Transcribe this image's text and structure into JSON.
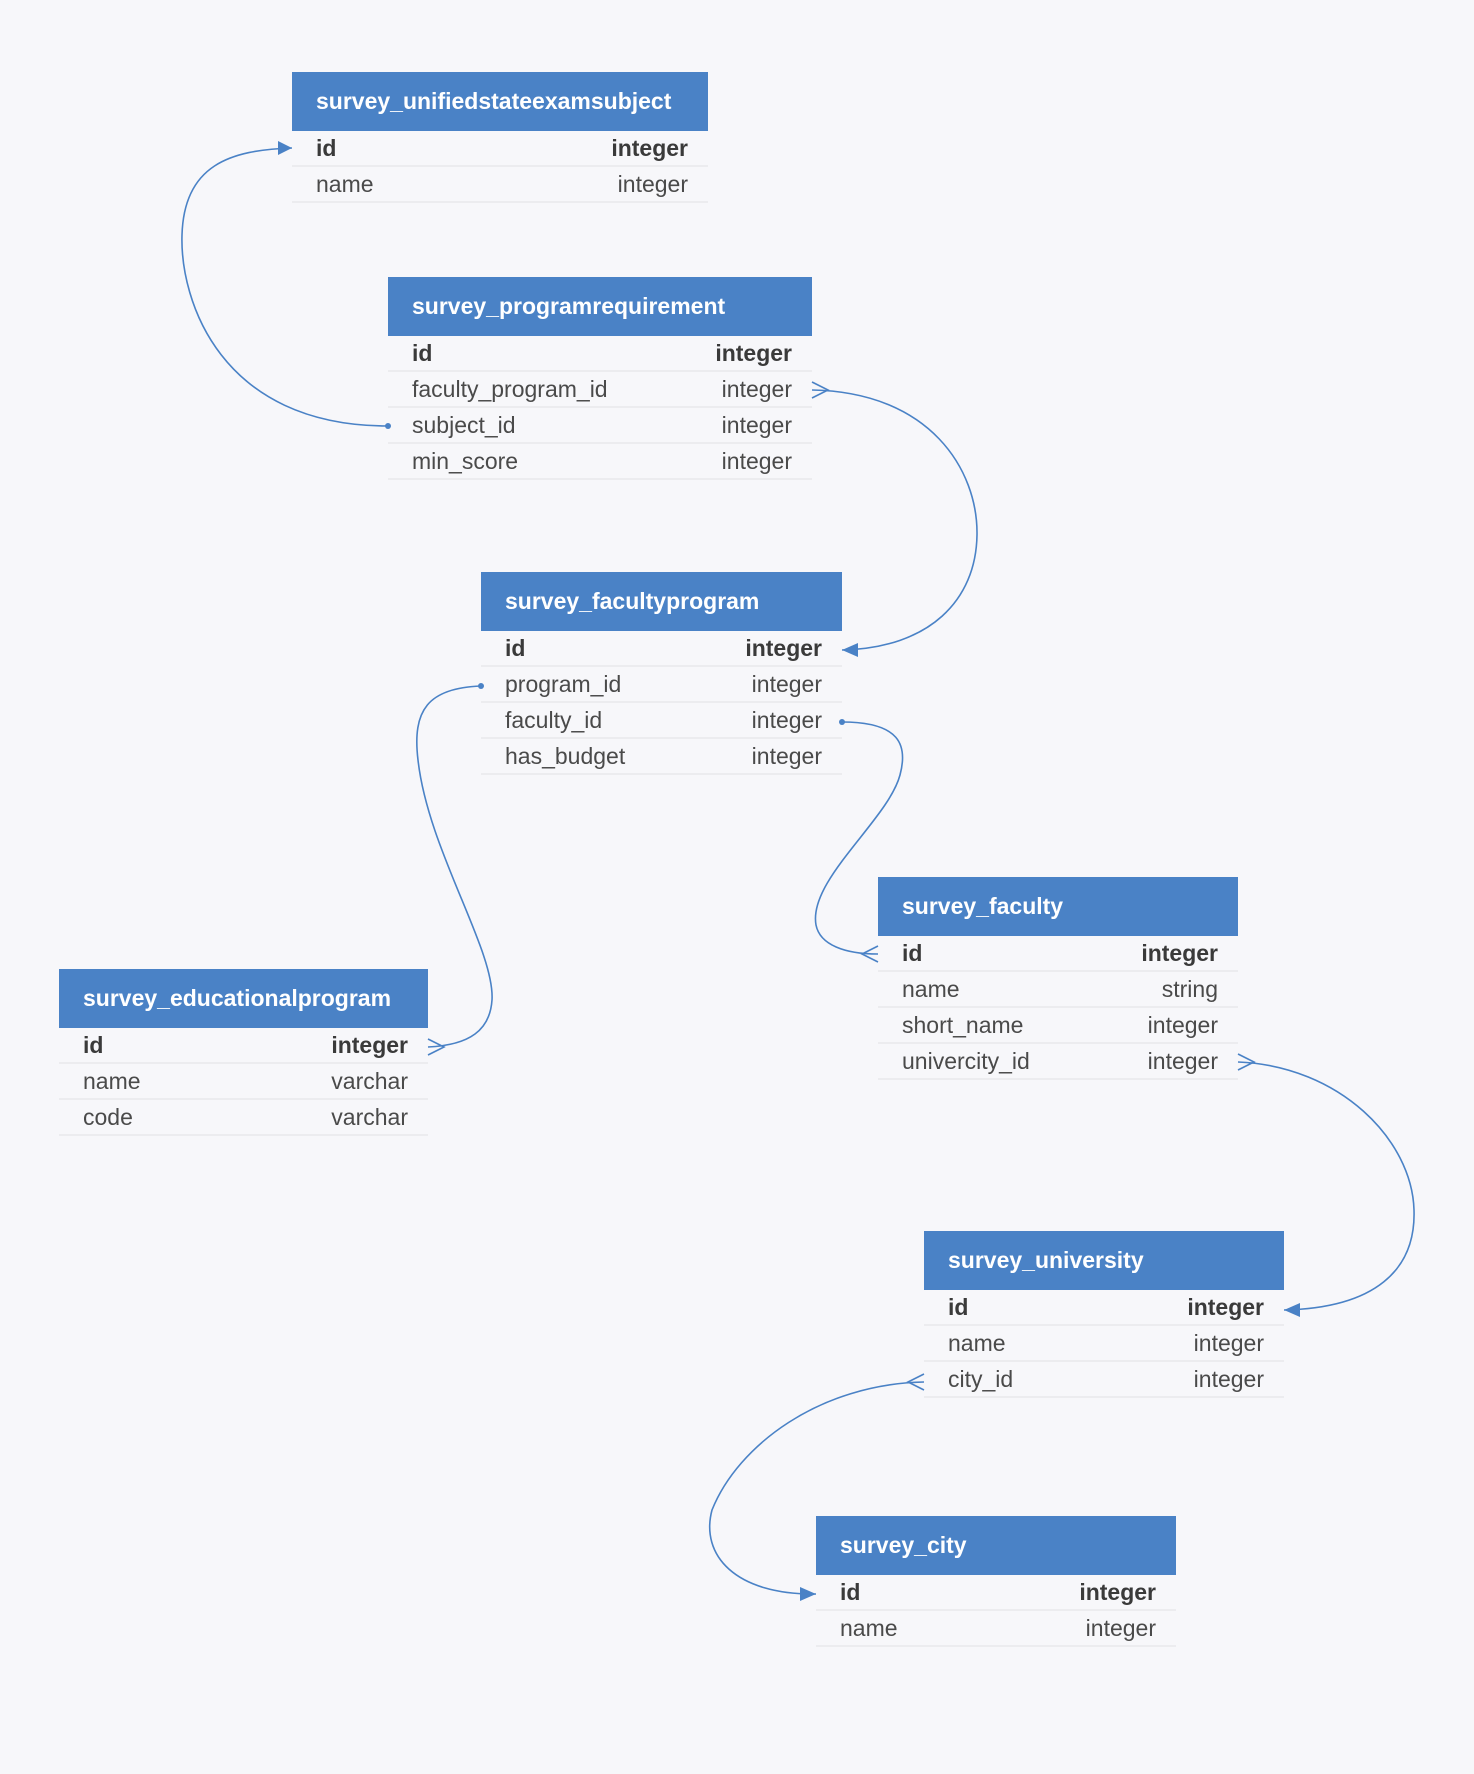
{
  "colors": {
    "header_background": "#4a82c6",
    "header_text": "#ffffff",
    "edge": "#4a82c6",
    "canvas_background": "#f7f7fa",
    "row_divider": "#ececef"
  },
  "tables": {
    "subject": {
      "name": "survey_unifiedstateexamsubject",
      "columns": [
        {
          "name": "id",
          "type": "integer",
          "primary": true
        },
        {
          "name": "name",
          "type": "integer"
        }
      ]
    },
    "programrequirement": {
      "name": "survey_programrequirement",
      "columns": [
        {
          "name": "id",
          "type": "integer",
          "primary": true
        },
        {
          "name": "faculty_program_id",
          "type": "integer"
        },
        {
          "name": "subject_id",
          "type": "integer"
        },
        {
          "name": "min_score",
          "type": "integer"
        }
      ]
    },
    "facultyprogram": {
      "name": "survey_facultyprogram",
      "columns": [
        {
          "name": "id",
          "type": "integer",
          "primary": true
        },
        {
          "name": "program_id",
          "type": "integer"
        },
        {
          "name": "faculty_id",
          "type": "integer"
        },
        {
          "name": "has_budget",
          "type": "integer"
        }
      ]
    },
    "faculty": {
      "name": "survey_faculty",
      "columns": [
        {
          "name": "id",
          "type": "integer",
          "primary": true
        },
        {
          "name": "name",
          "type": "string"
        },
        {
          "name": "short_name",
          "type": "integer"
        },
        {
          "name": "univercity_id",
          "type": "integer"
        }
      ]
    },
    "educationalprogram": {
      "name": "survey_educationalprogram",
      "columns": [
        {
          "name": "id",
          "type": "integer",
          "primary": true
        },
        {
          "name": "name",
          "type": "varchar"
        },
        {
          "name": "code",
          "type": "varchar"
        }
      ]
    },
    "university": {
      "name": "survey_university",
      "columns": [
        {
          "name": "id",
          "type": "integer",
          "primary": true
        },
        {
          "name": "name",
          "type": "integer"
        },
        {
          "name": "city_id",
          "type": "integer"
        }
      ]
    },
    "city": {
      "name": "survey_city",
      "columns": [
        {
          "name": "id",
          "type": "integer",
          "primary": true
        },
        {
          "name": "name",
          "type": "integer"
        }
      ]
    }
  },
  "relations": [
    {
      "from": "survey_programrequirement.subject_id",
      "to": "survey_unifiedstateexamsubject.id"
    },
    {
      "from": "survey_programrequirement.faculty_program_id",
      "to": "survey_facultyprogram.id"
    },
    {
      "from": "survey_facultyprogram.program_id",
      "to": "survey_educationalprogram.id"
    },
    {
      "from": "survey_facultyprogram.faculty_id",
      "to": "survey_faculty.id"
    },
    {
      "from": "survey_faculty.univercity_id",
      "to": "survey_university.id"
    },
    {
      "from": "survey_university.city_id",
      "to": "survey_city.id"
    }
  ]
}
